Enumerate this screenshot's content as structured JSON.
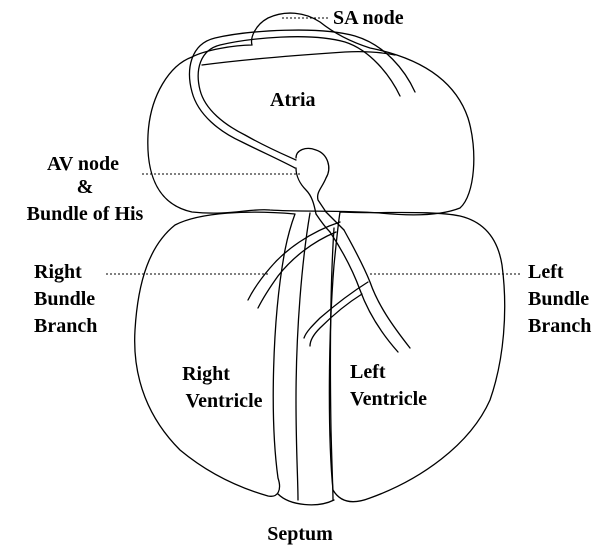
{
  "labels": {
    "sa_node": "SA node",
    "atria": "Atria",
    "av_node": [
      "AV node",
      "&",
      "Bundle of His"
    ],
    "right_bundle_branch": [
      "Right",
      "Bundle",
      "Branch"
    ],
    "left_bundle_branch": [
      "Left",
      "Bundle",
      "Branch"
    ],
    "right_ventricle": [
      "Right",
      "Ventricle"
    ],
    "left_ventricle": [
      "Left",
      "Ventricle"
    ],
    "septum": "Septum"
  }
}
